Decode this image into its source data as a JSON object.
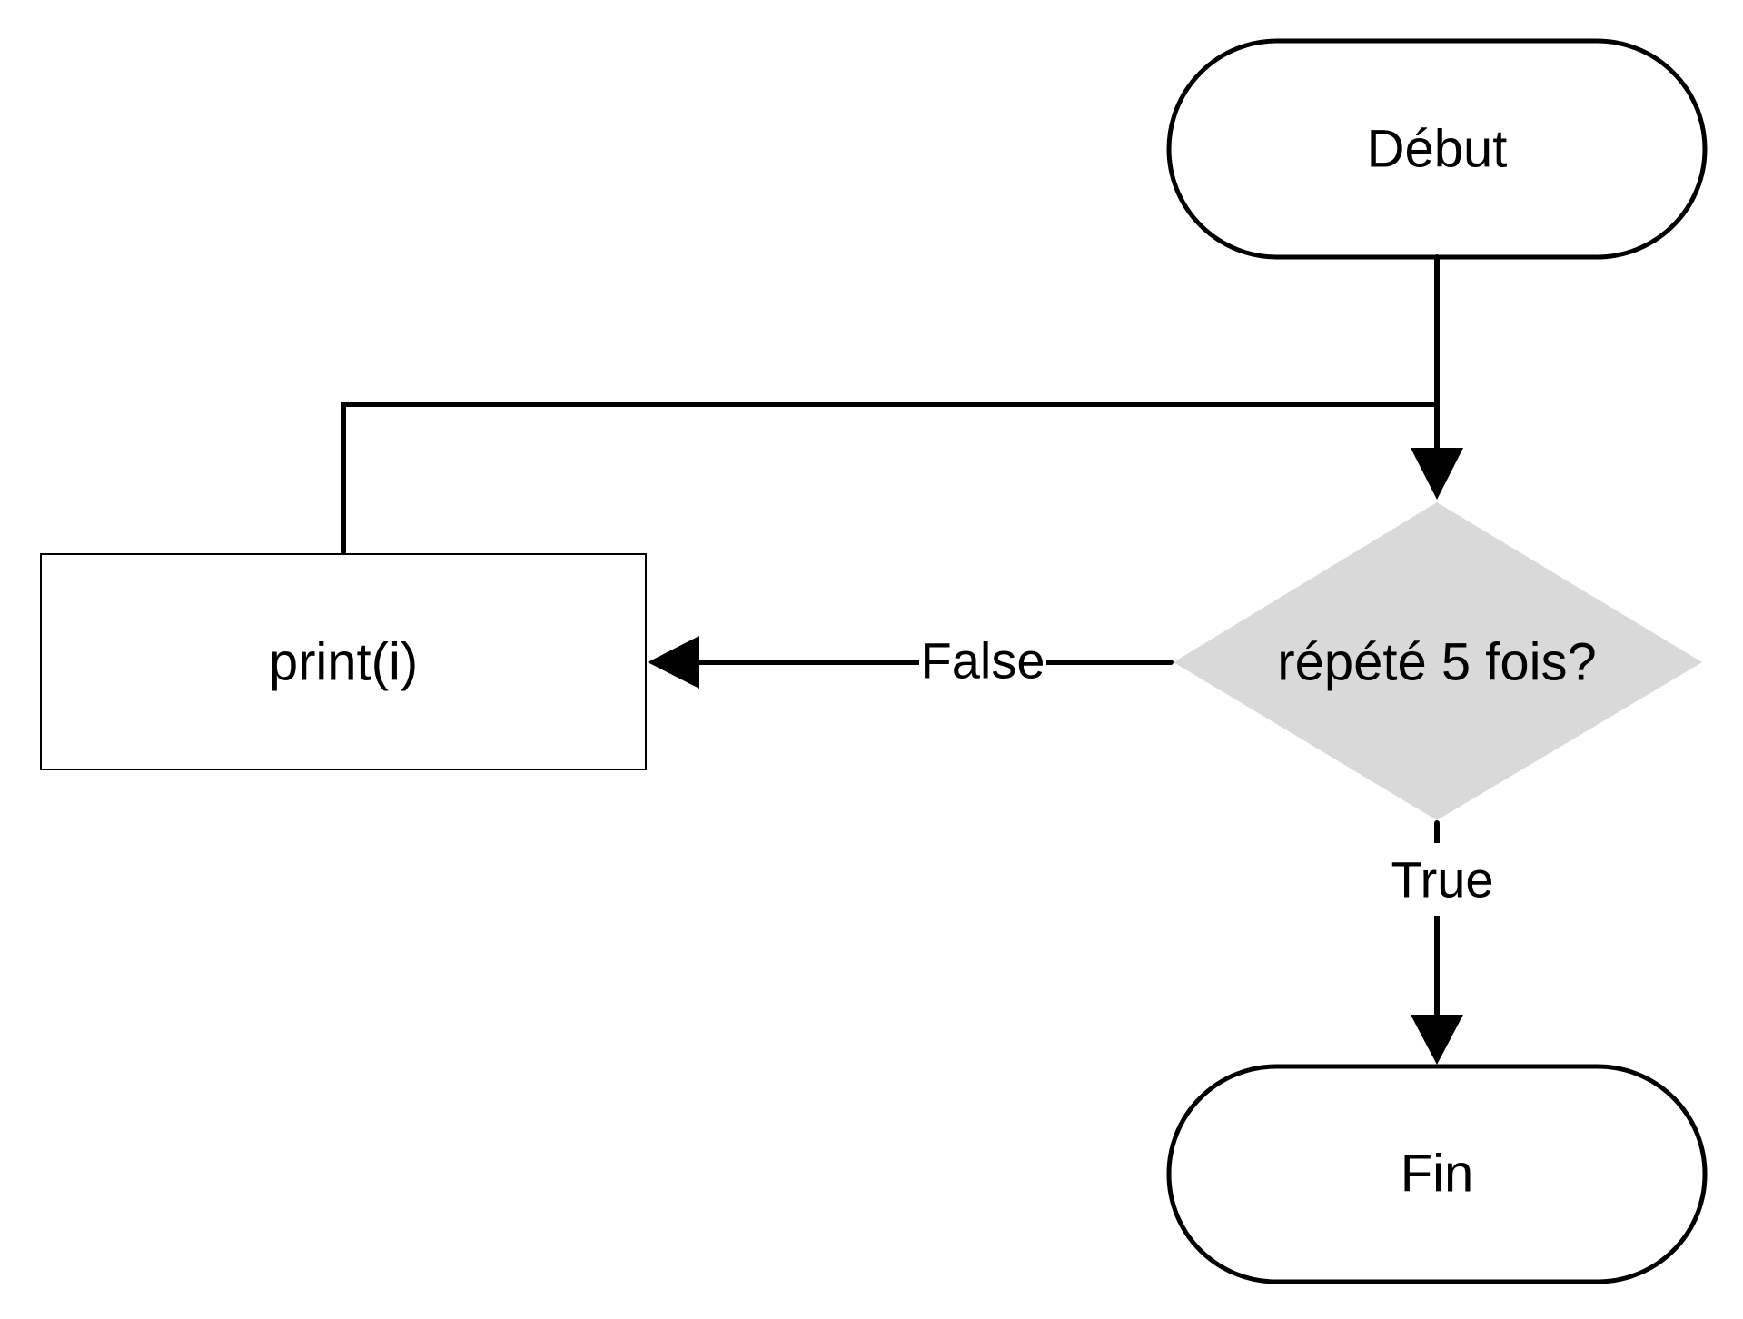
{
  "diagram": {
    "nodes": {
      "start": {
        "label": "Début",
        "shape": "terminal"
      },
      "process": {
        "label": "print(i)",
        "shape": "rectangle"
      },
      "decision": {
        "label": "répété 5 fois?",
        "shape": "diamond",
        "fill": "#d9d9d9"
      },
      "end": {
        "label": "Fin",
        "shape": "terminal"
      }
    },
    "edges": {
      "false": {
        "label": "False",
        "from": "decision",
        "to": "process"
      },
      "true": {
        "label": "True",
        "from": "decision",
        "to": "end"
      },
      "start_to_decision": {
        "from": "start",
        "to": "decision"
      },
      "loop_back": {
        "from": "process",
        "to": "decision"
      }
    }
  }
}
